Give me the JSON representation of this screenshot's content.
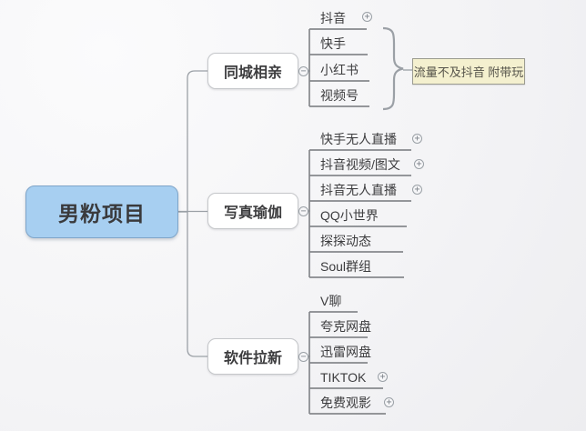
{
  "root": {
    "label": "男粉项目"
  },
  "branches": [
    {
      "label": "同城相亲",
      "children": [
        {
          "label": "抖音",
          "expand_icon": "plus-circle"
        },
        {
          "label": "快手"
        },
        {
          "label": "小红书"
        },
        {
          "label": "视频号"
        }
      ],
      "note": {
        "label": "流量不及抖音 附带玩"
      }
    },
    {
      "label": "写真瑜伽",
      "children": [
        {
          "label": "快手无人直播",
          "expand_icon": "plus-circle"
        },
        {
          "label": "抖音视频/图文",
          "expand_icon": "plus-circle"
        },
        {
          "label": "抖音无人直播",
          "expand_icon": "plus-circle"
        },
        {
          "label": "QQ小世界"
        },
        {
          "label": "探探动态"
        },
        {
          "label": "Soul群组"
        }
      ]
    },
    {
      "label": "软件拉新",
      "children": [
        {
          "label": "V聊"
        },
        {
          "label": "夸克网盘"
        },
        {
          "label": "迅雷网盘"
        },
        {
          "label": "TIKTOK",
          "expand_icon": "plus-circle"
        },
        {
          "label": "免费观影",
          "expand_icon": "plus-circle"
        }
      ]
    }
  ],
  "icons": {
    "plus": "+",
    "minus": "−"
  },
  "colors": {
    "root_fill": "#a7cff1",
    "root_border": "#7fa5c9",
    "branch_fill": "#ffffff",
    "branch_border": "#c5c7ca",
    "note_fill": "#f4f0cf",
    "connector": "#9ba0a6",
    "underline": "#86888c",
    "text": "#3c3c3e"
  }
}
